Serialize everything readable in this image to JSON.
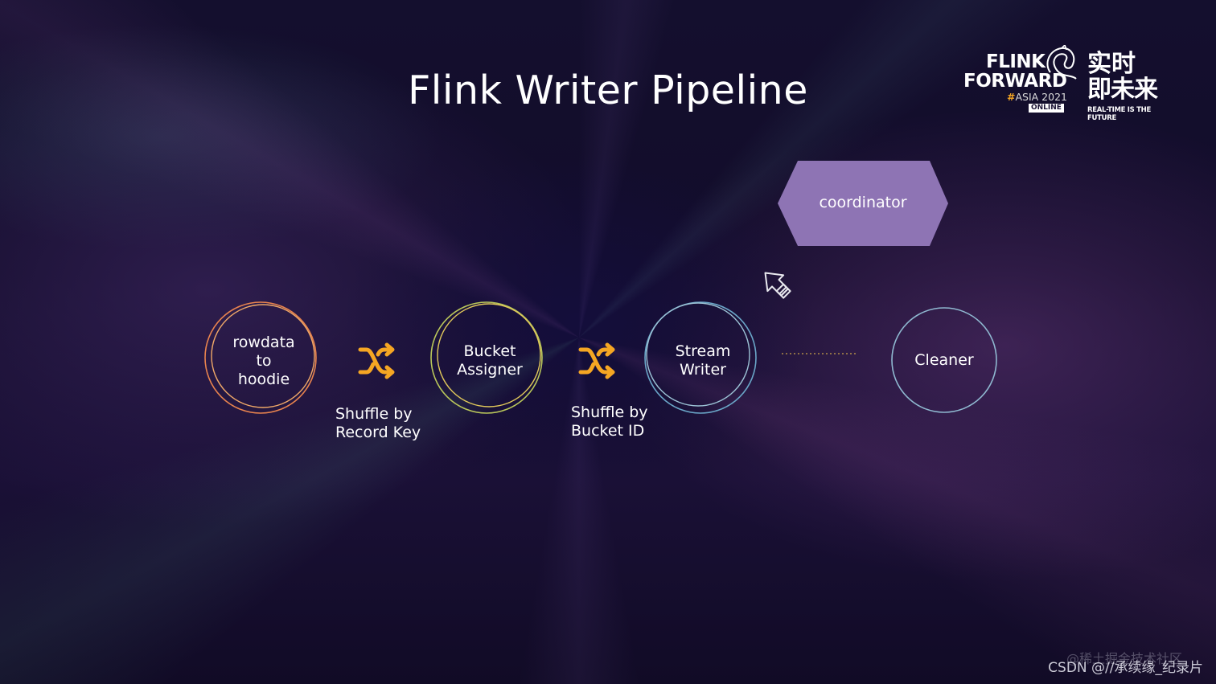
{
  "slide": {
    "title": "Flink Writer Pipeline"
  },
  "logo": {
    "line1": "FLINK",
    "line2": "FORWARD",
    "hash": "#",
    "event": "ASIA 2021",
    "badge": "ONLINE",
    "cn_line1": "实时",
    "cn_line2": "即未来",
    "tagline": "REAL-TIME IS THE FUTURE"
  },
  "diagram": {
    "nodes": [
      {
        "id": "rowdata",
        "label": "rowdata\nto\nhoodie",
        "ring_colors": [
          "#e8834e",
          "#f0a868"
        ]
      },
      {
        "id": "bucket_assigner",
        "label": "Bucket\nAssigner",
        "ring_colors": [
          "#b9c65a",
          "#e0c85a"
        ]
      },
      {
        "id": "stream_writer",
        "label": "Stream\nWriter",
        "ring_colors": [
          "#6aa6c8",
          "#9cc3d6"
        ]
      },
      {
        "id": "cleaner",
        "label": "Cleaner",
        "ring_colors": [
          "#8fb8d0"
        ]
      },
      {
        "id": "coordinator",
        "label": "coordinator",
        "fill": "#8e74b4"
      }
    ],
    "edges": [
      {
        "from": "rowdata",
        "to": "bucket_assigner",
        "label": "Shuffle by\nRecord Key",
        "icon": "shuffle-icon"
      },
      {
        "from": "bucket_assigner",
        "to": "stream_writer",
        "label": "Shuffle by\nBucket ID",
        "icon": "shuffle-icon"
      },
      {
        "from": "stream_writer",
        "to": "coordinator",
        "icon": "arrow-up-right-icon"
      },
      {
        "from": "stream_writer",
        "to": "cleaner",
        "style": "dotted"
      }
    ],
    "accent_color": "#f5a623"
  },
  "watermark": {
    "text": "CSDN @//承续缘_纪录片",
    "faint_text": "@稀土掘金技术社区"
  }
}
